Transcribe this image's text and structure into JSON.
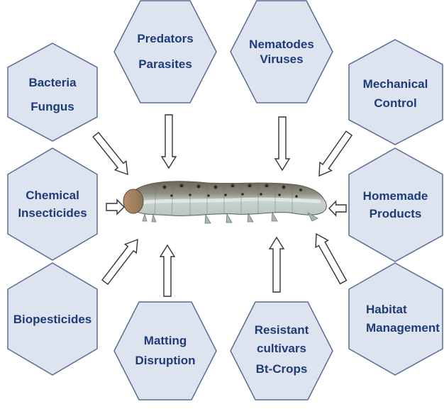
{
  "colors": {
    "hex_fill": "#dde3ef",
    "hex_stroke": "#5a6c93",
    "label_text": "#1f3c7a",
    "arrow_fill": "#ffffff",
    "arrow_stroke": "#333333"
  },
  "center_image": {
    "icon": "caterpillar-larva"
  },
  "control_methods": [
    {
      "key": "bacteria-fungus",
      "lines": [
        "Bacteria",
        "Fungus"
      ]
    },
    {
      "key": "predators-parasites",
      "lines": [
        "Predators",
        "Parasites"
      ]
    },
    {
      "key": "nematodes-viruses",
      "lines": [
        "Nematodes",
        "Viruses"
      ]
    },
    {
      "key": "mechanical-control",
      "lines": [
        "Mechanical",
        "Control"
      ]
    },
    {
      "key": "chemical-insecticides",
      "lines": [
        "Chemical",
        "Insecticides"
      ]
    },
    {
      "key": "homemade-products",
      "lines": [
        "Homemade",
        "Products"
      ]
    },
    {
      "key": "biopesticides",
      "lines": [
        "Biopesticides"
      ]
    },
    {
      "key": "matting-disruption",
      "lines": [
        "Matting",
        "Disruption"
      ]
    },
    {
      "key": "resistant-cultivars",
      "lines": [
        "Resistant",
        "cultivars",
        "Bt-Crops"
      ]
    },
    {
      "key": "habitat-management",
      "lines": [
        "Habitat",
        "Management"
      ]
    }
  ]
}
